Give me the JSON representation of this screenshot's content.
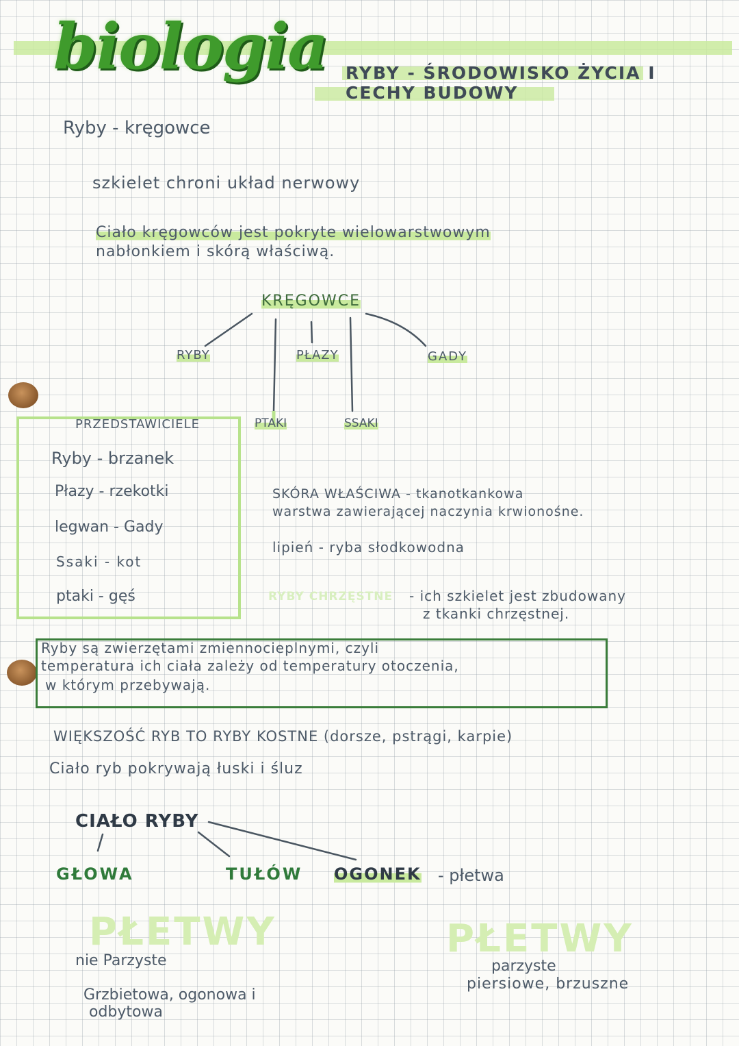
{
  "header": {
    "subject": "biologia",
    "topic_line1": "RYBY - ŚRODOWISKO ŻYCIA I",
    "topic_line2": "CECHY BUDOWY"
  },
  "notes": {
    "line1": "Ryby - kręgowce",
    "line2": "szkielet chroni układ nerwowy",
    "line3a": "Ciało kręgowców jest pokryte wielowarstwowym",
    "line3b": "nabłonkiem i skórą właściwą."
  },
  "tree": {
    "root": "KRĘGOWCE",
    "children": [
      "RYBY",
      "PŁAZY",
      "GADY",
      "PTAKI",
      "SSAKI"
    ]
  },
  "representatives": {
    "title": "PRZEDSTAWICIELE",
    "items": [
      "Ryby - brzanek",
      "Płazy - rzekotki",
      "legwan - Gady",
      "Ssaki - kot",
      "ptaki - gęś"
    ]
  },
  "skin": {
    "line1": "SKÓRA WŁAŚCIWA - tkanotkankowa",
    "line2": "warstwa zawierającej naczynia krwionośne.",
    "line3": "lipień - ryba słodkowodna",
    "cartilage_label": "RYBY CHRZĘSTNE",
    "cartilage_line1": "- ich szkielet jest zbudowany",
    "cartilage_line2": "z tkanki chrzęstnej."
  },
  "boxed_note": {
    "line1": "Ryby są zwierzętami zmiennocieplnymi, czyli",
    "line2": "temperatura ich ciała zależy od temperatury otoczenia,",
    "line3": "w którym przebywają."
  },
  "bony": {
    "line1": "WIĘKSZOŚĆ RYB TO RYBY KOSTNE (dorsze, pstrągi, karpie)",
    "line2": "Ciało ryb pokrywają łuski i śluz"
  },
  "body": {
    "root": "CIAŁO RYBY",
    "parts": [
      "GŁOWA",
      "TUŁÓW",
      "OGONEK"
    ],
    "tail_note": "- płetwa"
  },
  "fins": {
    "left_title": "PŁETWY",
    "left_sub": "nie Parzyste",
    "left_line1": "Grzbietowa, ogonowa i",
    "left_line2": "odbytowa",
    "right_title": "PŁETWY",
    "right_sub": "parzyste",
    "right_line": "piersiowe, brzuszne"
  },
  "colors": {
    "accent_green": "#3f9b2c",
    "highlight": "#c9ea9e",
    "ink": "#4d5a68"
  }
}
